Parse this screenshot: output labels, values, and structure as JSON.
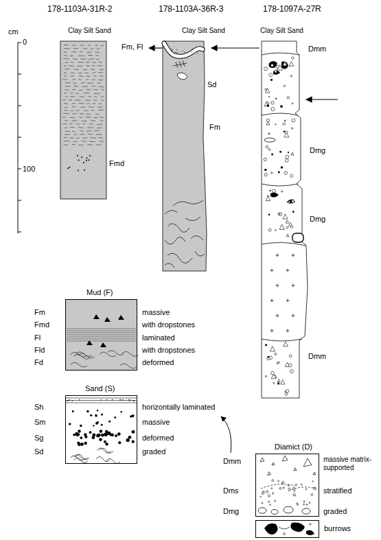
{
  "diagram": {
    "nodes": [
      {
        "text": [
          "178-1103A-31R-2",
          "Clay Silt Sand",
          "Fm, Fl",
          "Fmd"
        ]
      },
      {
        "text": [
          "178-1103A-36R-3",
          "Clay Silt Sand",
          "Sd",
          "Fm"
        ]
      },
      {
        "text": [
          "178-1097A-27R",
          "Clay Silt Sand",
          "Dmm",
          "Dmg",
          "Dmg",
          "Dmm"
        ]
      },
      {
        "text": [
          "Mud (F)"
        ]
      },
      {
        "text": [
          "Sand (S)"
        ]
      },
      {
        "text": [
          "Diamict (D)"
        ]
      },
      {
        "text": [
          "burrows"
        ]
      }
    ],
    "labels": [
      "cm",
      "0",
      "100",
      "Fm",
      "Fmd",
      "Fl",
      "Fld",
      "Fd",
      "massive",
      "with dropstones",
      "laminated",
      "with dropstones",
      "deformed",
      "Sh",
      "Sm",
      "Sg",
      "Sd",
      "horizontally laminated",
      "massive",
      "deformed",
      "graded",
      "Dmm",
      "Dms",
      "Dmg",
      "massive matrix-supported",
      "stratified",
      "graded"
    ]
  }
}
